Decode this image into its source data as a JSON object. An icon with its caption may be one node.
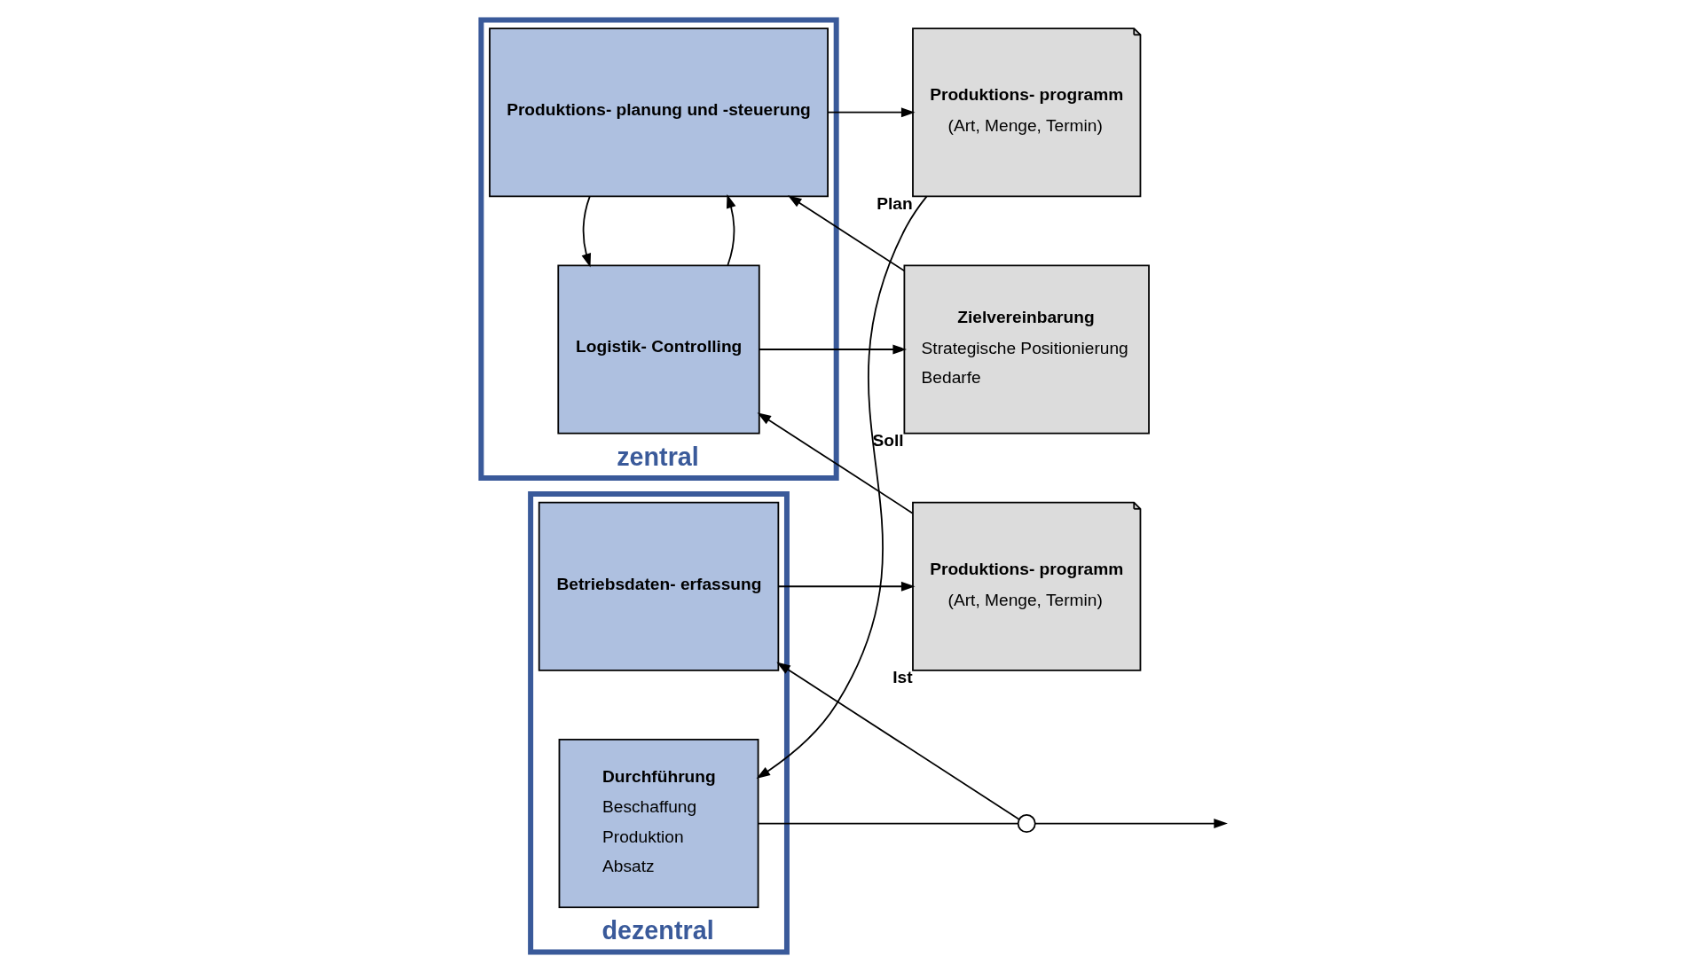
{
  "diagram": {
    "nodes": [
      {
        "text": [
          "zentral"
        ]
      },
      {
        "text": [
          "Produktions- planung und -steuerung"
        ],
        "in": 0
      },
      {
        "text": [
          "Logistik- Controlling"
        ],
        "in": 0
      },
      {
        "text": [
          "dezentral"
        ]
      },
      {
        "text": [
          "Durchführung",
          "Beschaffung",
          "Produktion",
          "Absatz"
        ],
        "in": 3
      },
      {
        "text": [
          "Betriebsdaten- erfassung"
        ],
        "in": 3
      },
      {
        "text": [
          "Zielvereinbarung",
          "Strategische Positionierung",
          "Bedarfe"
        ],
        "beside": [
          "Soll"
        ]
      },
      {
        "text": [
          "Produktions- programm",
          "(Art, Menge, Termin)"
        ],
        "beside": [
          "Plan"
        ]
      },
      {
        "text": [
          "Produktions- programm",
          "(Art, Menge, Termin)"
        ],
        "beside": [
          "Ist"
        ]
      },
      {
        "text": [],
        "shape": "circle"
      }
    ],
    "edges": [
      {
        "from": 6,
        "to": 1,
        "arrow": "to"
      },
      {
        "from": 1,
        "to": 7,
        "arrow": "to"
      },
      {
        "from": 7,
        "to": 4,
        "arrow": "to"
      },
      {
        "from": 4,
        "to": 9,
        "arrow": "none"
      },
      {
        "from": 9,
        "to": null,
        "arrow": "to"
      },
      {
        "from": 9,
        "to": 5,
        "arrow": "to"
      },
      {
        "from": 5,
        "to": 8,
        "arrow": "to"
      },
      {
        "from": 8,
        "to": 2,
        "arrow": "to"
      },
      {
        "from": 2,
        "to": 6,
        "arrow": "to"
      },
      {
        "from": 2,
        "to": 1,
        "arrow": "to"
      },
      {
        "from": 1,
        "to": 2,
        "arrow": "to"
      }
    ]
  }
}
